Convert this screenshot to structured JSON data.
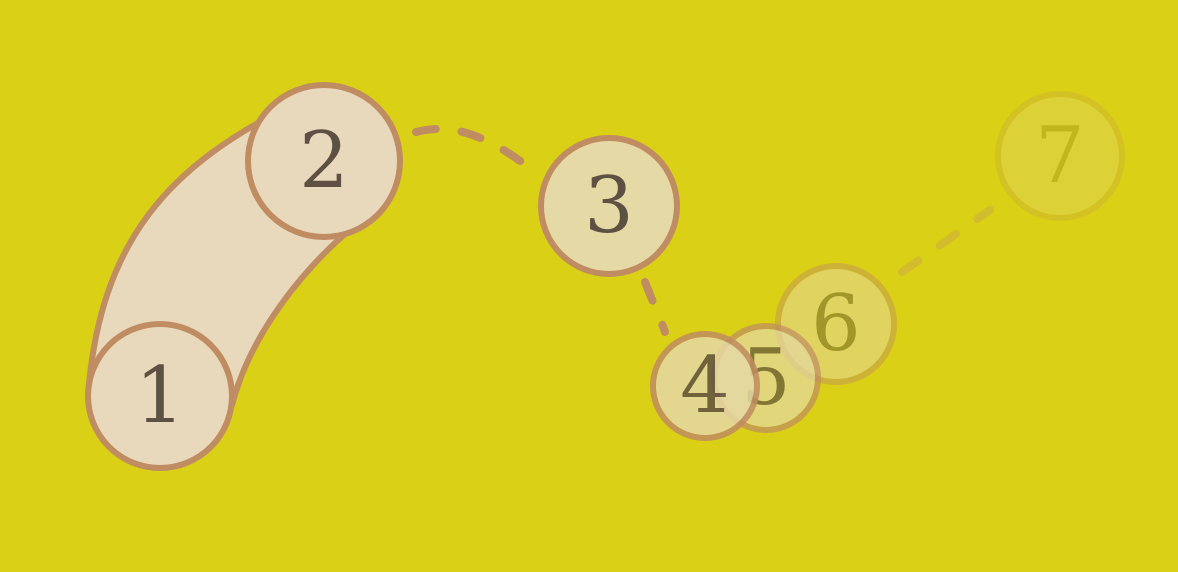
{
  "colors": {
    "background": "#dad015",
    "node_fill": "#e8d8bc",
    "node_fill_upcoming": "#e5d9a5",
    "node_stroke": "#c08c62",
    "number_text": "#5e5042"
  },
  "nodes": [
    {
      "label": "1",
      "state": "connected",
      "opacity": 1
    },
    {
      "label": "2",
      "state": "connected",
      "opacity": 1
    },
    {
      "label": "3",
      "state": "next",
      "opacity": 1
    },
    {
      "label": "4",
      "state": "upcoming",
      "opacity": 0.85
    },
    {
      "label": "5",
      "state": "upcoming",
      "opacity": 0.7
    },
    {
      "label": "6",
      "state": "upcoming",
      "opacity": 0.45
    },
    {
      "label": "7",
      "state": "upcoming",
      "opacity": 0.2
    }
  ]
}
